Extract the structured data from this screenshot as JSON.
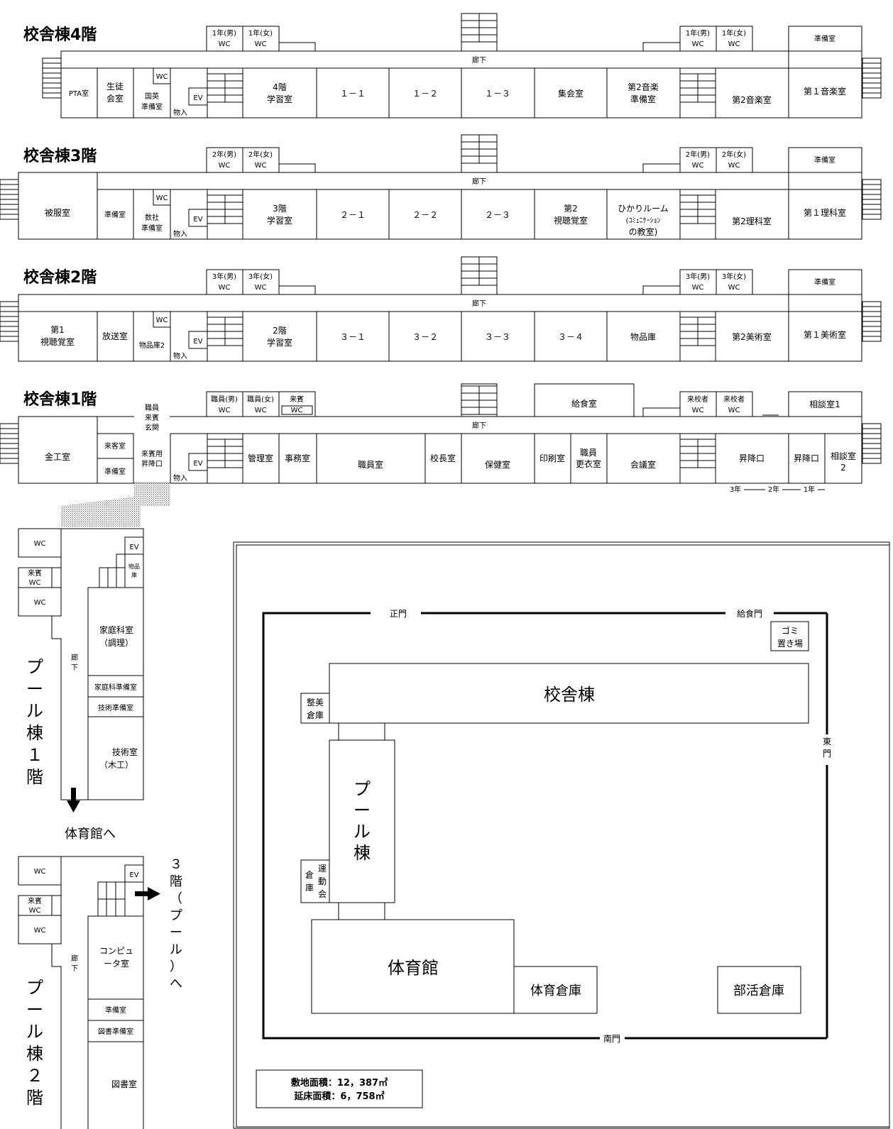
{
  "floor4": {
    "title": "校舎棟4階",
    "wc_w_m": "1年(男)",
    "wc_w_f": "1年(女)",
    "wc_e_m": "1年(男)",
    "wc_e_f": "1年(女)",
    "wc": "WC",
    "junbi": "準備室",
    "corridor": "廊下",
    "pta": "PTA室",
    "seito1": "生徒",
    "seito2": "会室",
    "wc_small": "WC",
    "kokuei1": "国英",
    "kokuei2": "準備室",
    "ev": "EV",
    "monoire": "物入",
    "study1": "4階",
    "study2": "学習室",
    "c1": "１－１",
    "c2": "１－２",
    "c3": "１－３",
    "shukai": "集会室",
    "ongaku2a": "第2音楽",
    "ongaku2b": "準備室",
    "ongaku2": "第2音楽室",
    "ongaku1": "第１音楽室"
  },
  "floor3": {
    "title": "校舎棟3階",
    "wc_w_m": "2年(男)",
    "wc_w_f": "2年(女)",
    "wc_e_m": "2年(男)",
    "wc_e_f": "2年(女)",
    "wc": "WC",
    "junbi_e": "準備室",
    "corridor": "廊下",
    "hifuku": "被服室",
    "junbi": "準備室",
    "wc_small": "WC",
    "sushakai1": "数社",
    "sushakai2": "準備室",
    "ev": "EV",
    "monoire": "物入",
    "study1": "3階",
    "study2": "学習室",
    "c1": "２－１",
    "c2": "２－２",
    "c3": "２－３",
    "shicho1": "第2",
    "shicho2": "視聴覚室",
    "hikari1": "ひかりルーム",
    "hikari2": "(ｺﾐｭﾆｹｰｼｮﾝ",
    "hikari3": "の教室)",
    "rika2": "第2理科室",
    "rika1": "第１理科室"
  },
  "floor2": {
    "title": "校舎棟2階",
    "wc_w_m": "3年(男)",
    "wc_w_f": "3年(女)",
    "wc_e_m": "3年(男)",
    "wc_e_f": "3年(女)",
    "wc": "WC",
    "junbi_e": "準備室",
    "corridor": "廊下",
    "shicho1a": "第1",
    "shicho1b": "視聴覚室",
    "hoso": "放送室",
    "wc_small": "WC",
    "buppin2": "物品庫2",
    "ev": "EV",
    "monoire": "物入",
    "study1": "2階",
    "study2": "学習室",
    "c1": "３－１",
    "c2": "３－２",
    "c3": "３－３",
    "c4": "３－４",
    "buppin": "物品庫",
    "bijutsu2": "第2美術室",
    "bijutsu1": "第１美術室"
  },
  "floor1": {
    "title": "校舎棟1階",
    "entrance1": "職員",
    "entrance2": "来賓",
    "entrance3": "玄関",
    "wc_staff_m": "職員(男)",
    "wc_staff_f": "職員(女)",
    "wc_guest": "来賓",
    "wc": "WC",
    "kyushoku": "給食室",
    "wc_v1": "来校者",
    "wc_v2": "来校者",
    "sodan1": "相談室1",
    "corridor": "廊下",
    "kinko": "金工室",
    "raikyaku": "来客室",
    "junbi": "準備室",
    "shokoki1": "来賓用",
    "shokoki2": "昇降口",
    "ev": "EV",
    "monoire": "物入",
    "kanri": "管理室",
    "jimu": "事務室",
    "shokuin": "職員室",
    "kocho": "校長室",
    "hoken": "保健室",
    "insatsu": "印刷室",
    "kouishitsu1": "職員",
    "kouishitsu2": "更衣室",
    "kaigi": "会議室",
    "shokoguchi": "昇降口",
    "shokoguchi2": "昇降口",
    "sodan2a": "相談室",
    "sodan2b": "2",
    "y3": "3年",
    "y2": "2年",
    "y1": "1年"
  },
  "pool1": {
    "title": [
      "プ",
      "ー",
      "ル",
      "棟",
      "１",
      "階"
    ],
    "wc1": "WC",
    "raihin1": "来賓",
    "raihin2": "WC",
    "wc2": "WC",
    "ev": "EV",
    "buppin1": "物品",
    "buppin2": "庫",
    "rouka1": "廊",
    "rouka2": "下",
    "katei1": "家庭科室",
    "katei2": "（調理）",
    "katei_junbi": "家庭科準備室",
    "gijutsu_junbi": "技術準備室",
    "gijutsu1": "技術室",
    "gijutsu2": "（木工）",
    "to_gym": "体育館へ"
  },
  "pool2": {
    "title": [
      "プ",
      "ー",
      "ル",
      "棟",
      "２",
      "階"
    ],
    "wc1": "WC",
    "raihin1": "来賓",
    "raihin2": "WC",
    "wc2": "WC",
    "ev": "EV",
    "rouka1": "廊",
    "rouka2": "下",
    "computer1": "コンピュ",
    "computer2": "ータ室",
    "junbi": "準備室",
    "tosho_junbi": "図書準備室",
    "tosho": "図書室",
    "to_pool": [
      "３",
      "階",
      "（",
      "プ",
      "ー",
      "ル",
      "）",
      "へ"
    ]
  },
  "site": {
    "seimon": "正門",
    "kyushokumon": "給食門",
    "higashimon": [
      "東",
      "門"
    ],
    "minamimon": "南門",
    "gomi1": "ゴミ",
    "gomi2": "置き場",
    "kousha": "校舎棟",
    "seibi1": "整美",
    "seibi2": "倉庫",
    "pool": [
      "プ",
      "ー",
      "ル",
      "棟"
    ],
    "undokai1": "運",
    "undokai2": "動",
    "undokai3": "会",
    "soko1": "倉",
    "soko2": "庫",
    "gym": "体育館",
    "gym_store": "体育倉庫",
    "club_store": "部活倉庫",
    "area1": "敷地面積：12，387㎡",
    "area2": "延床面積：6，758㎡"
  }
}
